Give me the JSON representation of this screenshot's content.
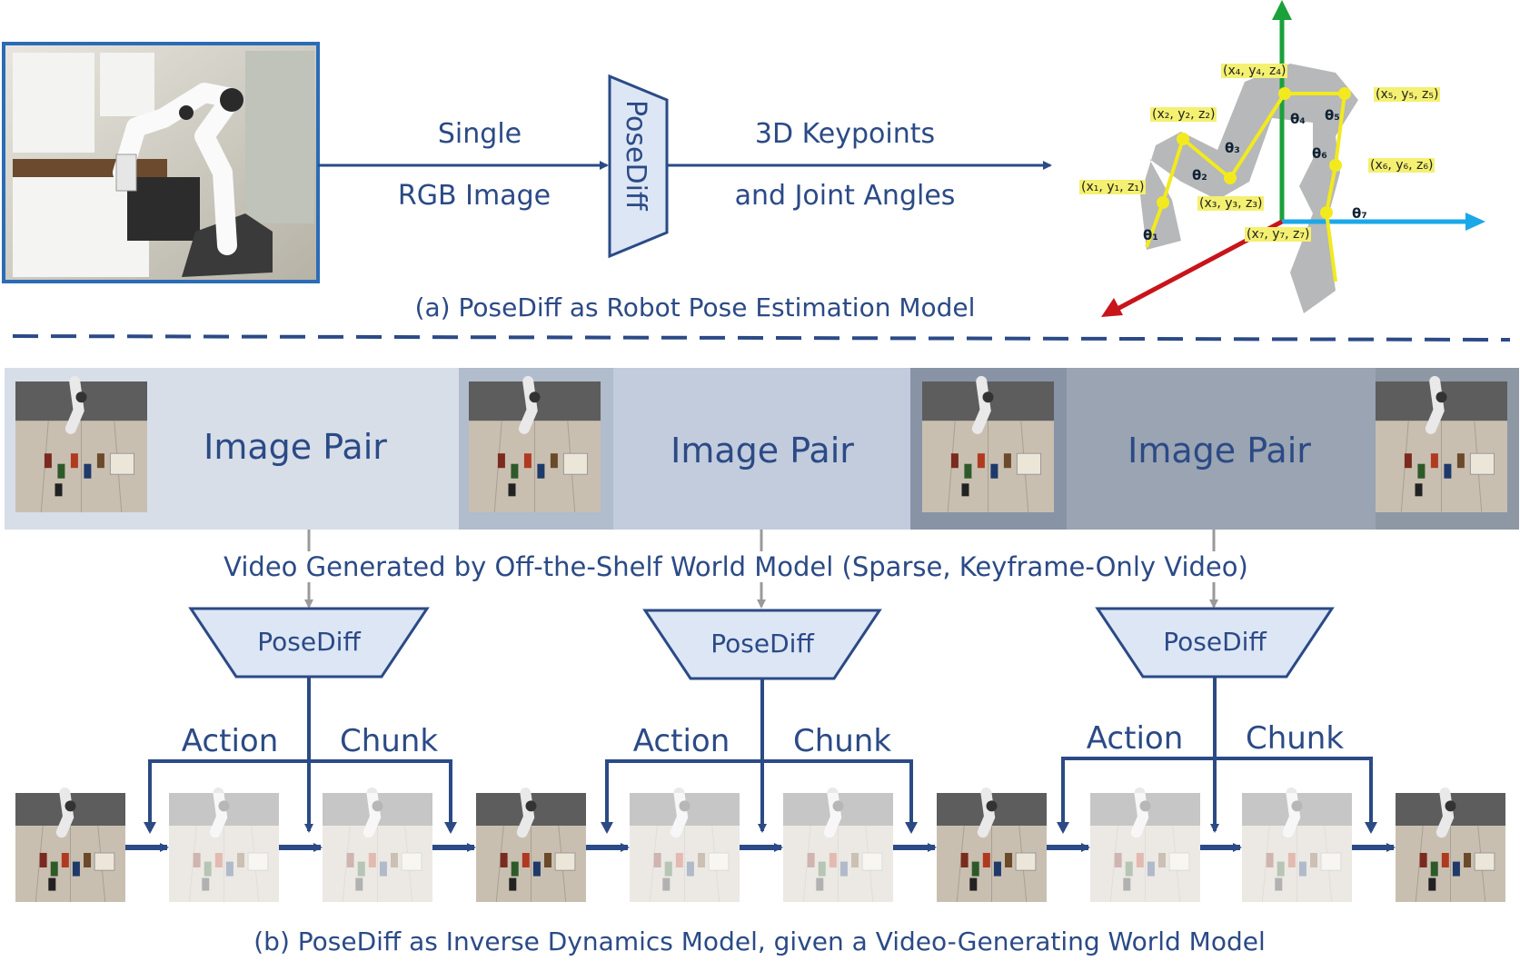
{
  "colors": {
    "primary": "#2b4a86",
    "band_light": "#d7dee8",
    "band_mid": "#c2ccdc",
    "band_dark": "#9aa4b2",
    "posediff_fill": "#dde6f5",
    "axis_green": "#1aa13a",
    "axis_blue": "#19a8e8",
    "axis_red": "#c8141b",
    "skeleton_yellow": "#f2ea1e"
  },
  "part_a": {
    "input_label_line1": "Single",
    "input_label_line2": "RGB Image",
    "model_label": "PoseDiff",
    "output_label_line1": "3D Keypoints",
    "output_label_line2": "and Joint Angles",
    "caption": "(a) PoseDiff as Robot Pose Estimation Model"
  },
  "robot_figure": {
    "keypoints": [
      "(x₁, y₁, z₁)",
      "(x₂, y₂, z₂)",
      "(x₃, y₃, z₃)",
      "(x₄, y₄, z₄)",
      "(x₅, y₅, z₅)",
      "(x₆, y₆, z₆)",
      "(x₇, y₇, z₇)"
    ],
    "angles": [
      "θ₁",
      "θ₂",
      "θ₃",
      "θ₄",
      "θ₅",
      "θ₆",
      "θ₇"
    ]
  },
  "part_b": {
    "pair_label": "Image Pair",
    "video_caption": "Video  Generated  by  Off-the-Shelf  World  Model  (Sparse,  Keyframe-Only  Video)",
    "model_label": "PoseDiff",
    "action_label": "Action",
    "chunk_label": "Chunk",
    "caption": "(b) PoseDiff as Inverse Dynamics Model, given a Video-Generating World Model"
  }
}
